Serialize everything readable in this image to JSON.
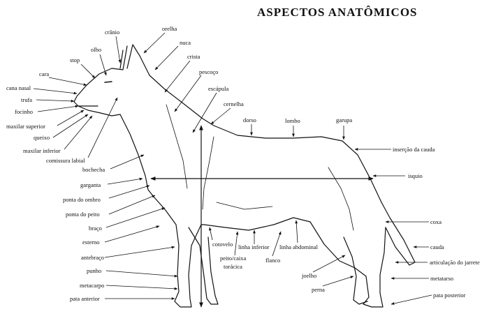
{
  "title": "ASPECTOS ANATÔMICOS",
  "colors": {
    "ink": "#111111",
    "background": "#ffffff"
  },
  "labels": {
    "cranio": "crânio",
    "orelha": "orelha",
    "nuca": "nuca",
    "olho": "olho",
    "stop": "stop",
    "crista": "crista",
    "pescoco": "pescoço",
    "cara": "cara",
    "escapula": "escápula",
    "cana_nasal": "cana nasal",
    "trufa": "trufa",
    "cernelha": "cernelha",
    "focinho": "focinho",
    "dorso": "dorso",
    "lombo": "lombo",
    "garupa": "garupa",
    "maxilar_superior": "maxilar superior",
    "queixo": "queixo",
    "maxilar_inferior": "maxilar inferior",
    "insercao_cauda": "inserção da cauda",
    "comissura_labial": "comissura labial",
    "bochecha": "bochecha",
    "isquio": "isquio",
    "garganta": "garganta",
    "ponta_ombro": "ponta do ombro",
    "ponta_peito": "ponta do peito",
    "coxa": "coxa",
    "braco": "braço",
    "esterno": "esterno",
    "cotovelo": "cotovelo",
    "linha_inferior": "linha inferior",
    "linha_abdominal": "linha abdominal",
    "cauda": "cauda",
    "antebraco": "antebraço",
    "peito_caixa": "peito/caixa",
    "toracica": "torácica",
    "flanco": "flanco",
    "articulacao_jarrete": "articulação do jarrete",
    "punho": "punho",
    "joelho": "joelho",
    "metatarso": "metatarso",
    "metacarpo": "metacarpo",
    "perna": "perna",
    "pata_anterior": "pata anterior",
    "pata_posterior": "pata posterior"
  }
}
